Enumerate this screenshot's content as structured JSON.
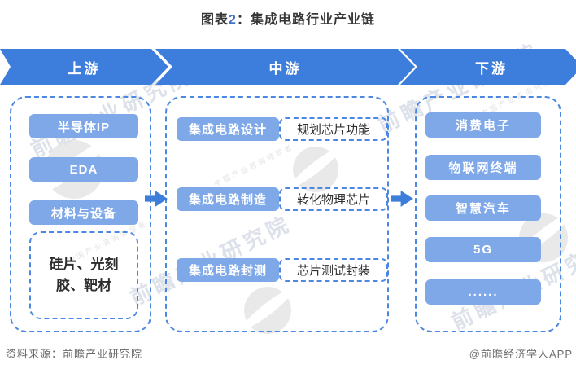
{
  "title": {
    "prefix": "图表",
    "number": "2",
    "rest": "：集成电路行业产业链"
  },
  "stages": [
    {
      "label": "上游"
    },
    {
      "label": "中游"
    },
    {
      "label": "下游"
    }
  ],
  "upstream": {
    "items": [
      "半导体IP",
      "EDA",
      "材料与设备"
    ],
    "sub_box": "硅片、光刻胶、靶材"
  },
  "midstream": {
    "rows": [
      {
        "step": "集成电路设计",
        "desc": "规划芯片功能"
      },
      {
        "step": "集成电路制造",
        "desc": "转化物理芯片"
      },
      {
        "step": "集成电路封测",
        "desc": "芯片测试封装"
      }
    ]
  },
  "downstream": {
    "items": [
      "消费电子",
      "物联网终端",
      "智慧汽车",
      "5G",
      "......"
    ]
  },
  "footer": {
    "source": "资料来源：前瞻产业研究院",
    "credit": "@前瞻经济学人APP"
  },
  "watermark": {
    "text": "前瞻产业研究院",
    "sub": "中国产业咨询领导者"
  },
  "colors": {
    "stage_arrow_blue": "#3d7ddb",
    "item_box_blue": "#7fa8e8",
    "dashed_border_blue": "#4c87e2",
    "connector_blue": "#3e7edb",
    "title_number_blue": "#4472c4",
    "dark_text": "#2e2e2e",
    "footer_gray": "#666666"
  }
}
